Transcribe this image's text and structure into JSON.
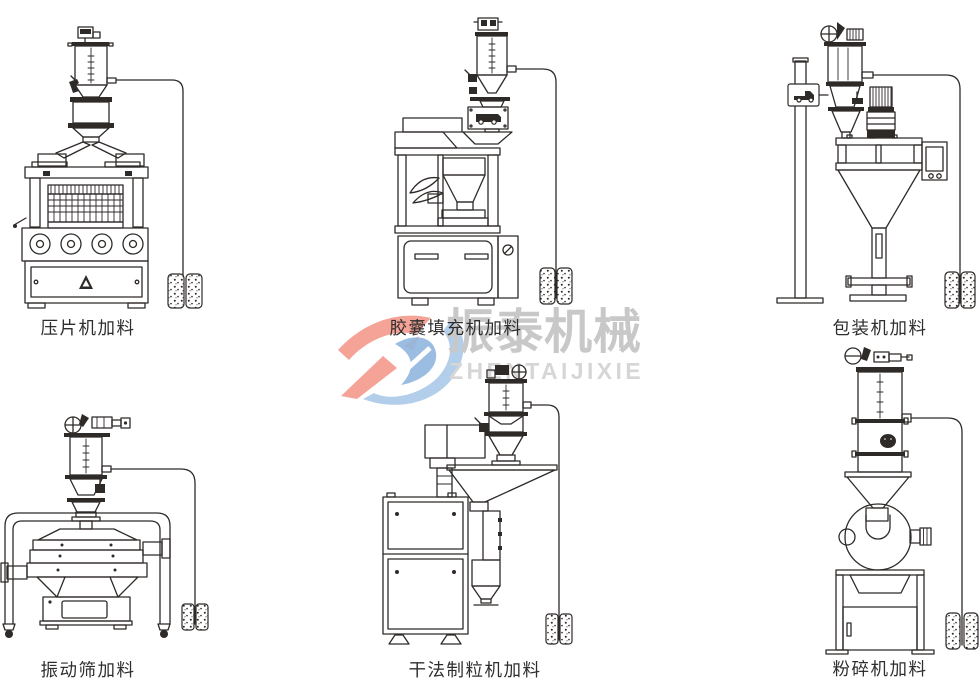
{
  "page": {
    "background": "#ffffff"
  },
  "watermark": {
    "brand_cn": "振泰机械",
    "brand_en": "ZHENTAIJIXIE",
    "brand_cn_color": "#c8c8c8",
    "brand_en_color": "#d6d6d6",
    "logo_red": "#f2897a",
    "logo_blue": "#a6c6e6",
    "logo_blue_dark": "#8fb6de"
  },
  "style": {
    "line_color": "#2e2a28",
    "caption_color": "#2e2e2e"
  },
  "diagrams": [
    {
      "id": "tablet-press",
      "label": "压片机加料",
      "position": "top-left",
      "illustration": "tablet-press-with-vacuum-feeder-and-suction-bag"
    },
    {
      "id": "capsule-filling-machine",
      "label": "胶囊填充机加料",
      "position": "top-center",
      "illustration": "capsule-filler-with-vacuum-feeder-and-suction-bag"
    },
    {
      "id": "packaging-machine",
      "label": "包装机加料",
      "position": "top-right",
      "illustration": "auger-packing-machine-with-vacuum-feeder-and-suction-bag"
    },
    {
      "id": "vibrating-screen",
      "label": "振动筛加料",
      "position": "bottom-left",
      "illustration": "vibrating-sieve-with-vacuum-feeder-and-suction-bag"
    },
    {
      "id": "dry-granulator",
      "label": "干法制粒机加料",
      "position": "bottom-center",
      "illustration": "dry-granulator-with-vacuum-feeder-and-suction-bag"
    },
    {
      "id": "pulverizer",
      "label": "粉碎机加料",
      "position": "bottom-right",
      "illustration": "pulverizer-with-vacuum-feeder-and-suction-bag"
    }
  ]
}
